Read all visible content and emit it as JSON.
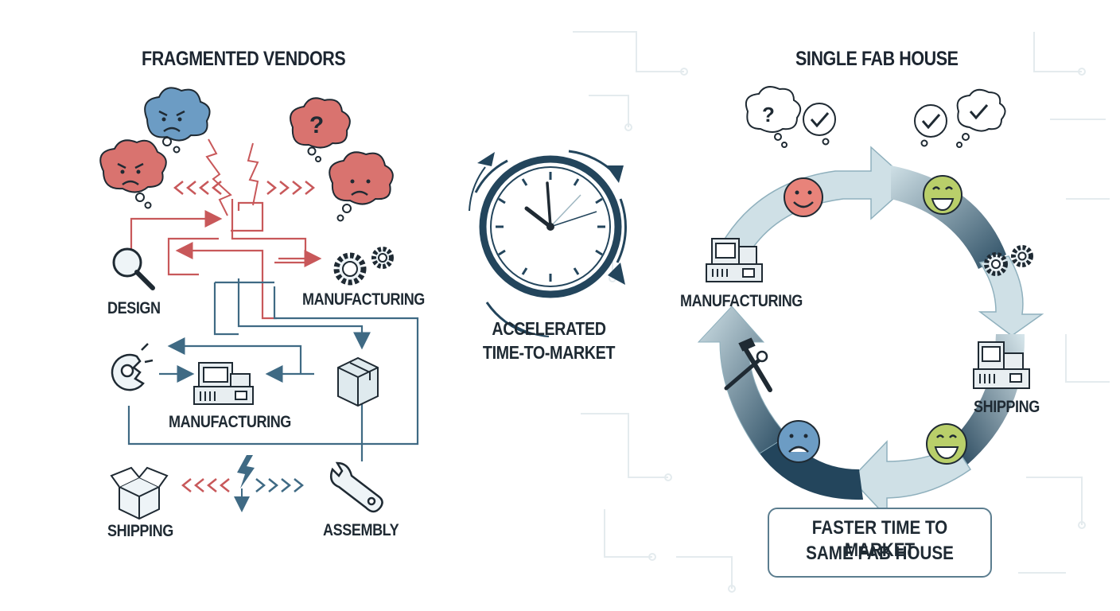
{
  "left": {
    "title": "FRAGMENTED VENDORS",
    "labels": {
      "design": "DESIGN",
      "manufacturing_top": "MANUFACTURING",
      "manufacturing_mid": "MANUFACTURING",
      "shipping": "SHIPPING",
      "assembly": "ASSEMBLY"
    },
    "symbols": {
      "question": "?"
    }
  },
  "center": {
    "line1": "ACCELERATED",
    "line2": "TIME-TO-MARKET"
  },
  "right": {
    "title": "SINGLE FAB HOUSE",
    "labels": {
      "manufacturing": "MANUFACTURING",
      "shipping": "SHIPPING"
    },
    "box": {
      "line1": "FASTER TIME TO MARKET",
      "line2": "SAME FAB HOUSE"
    },
    "symbols": {
      "question": "?"
    }
  },
  "colors": {
    "red": "#c8585a",
    "red_fill": "#d9736f",
    "blue": "#3f6a84",
    "blue_fill": "#6c9cc4",
    "navy": "#23455c",
    "pale": "#cfe0e6",
    "ink": "#1f2a33",
    "green_face": "#b9cf6a",
    "red_face": "#e8837a"
  }
}
